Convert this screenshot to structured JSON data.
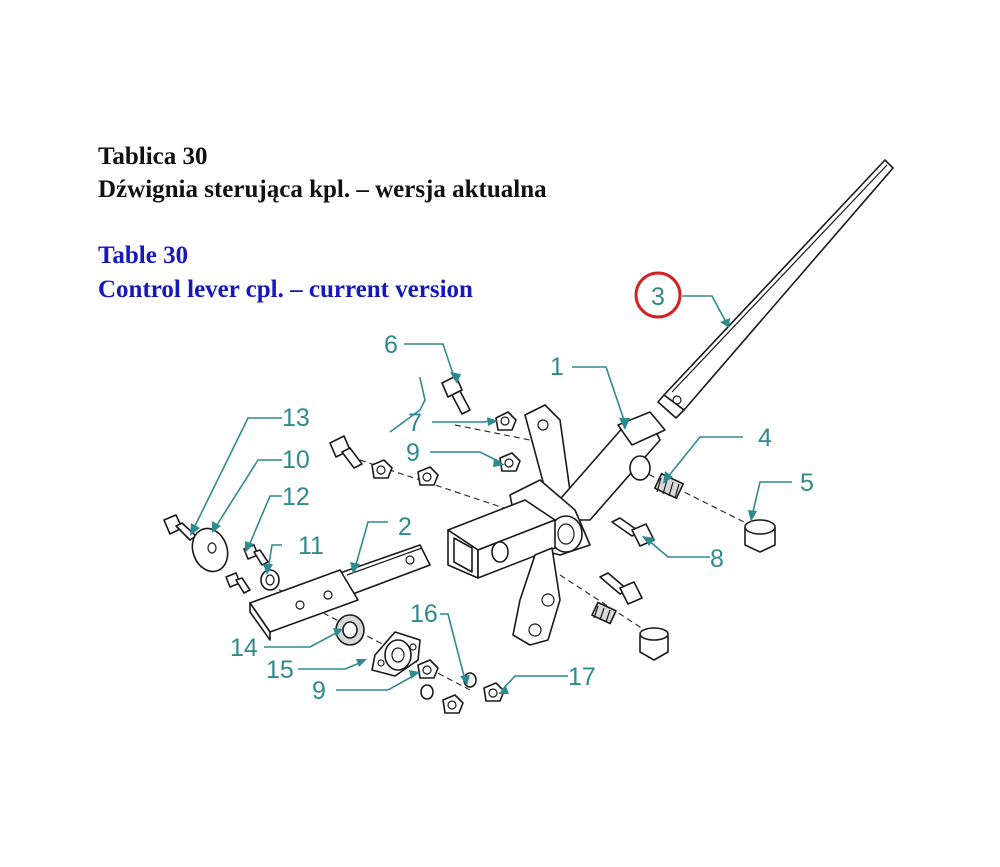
{
  "title": {
    "pl_line1": "Tablica 30",
    "pl_line2": "Dźwignia sterująca kpl. – wersja aktualna",
    "en_line1": "Table 30",
    "en_line2": "Control lever cpl. – current version"
  },
  "colors": {
    "polish_title": "#111111",
    "english_title": "#1717c0",
    "callouts": "#2f8a8f",
    "highlight_circle": "#d42020"
  },
  "callouts": {
    "c1": "1",
    "c2": "2",
    "c3": "3",
    "c4": "4",
    "c5": "5",
    "c6": "6",
    "c7": "7",
    "c8": "8",
    "c9a": "9",
    "c9b": "9",
    "c10": "10",
    "c11": "11",
    "c12": "12",
    "c13": "13",
    "c14": "14",
    "c15": "15",
    "c16": "16",
    "c17": "17"
  },
  "highlighted_callout": "3"
}
